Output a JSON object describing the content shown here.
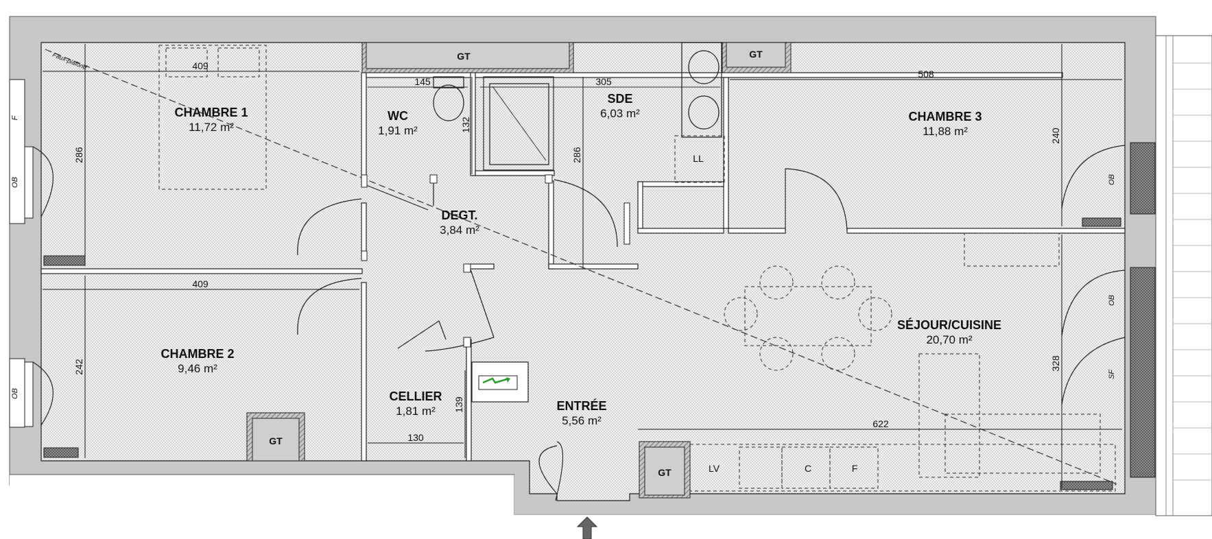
{
  "rooms": {
    "chambre1": {
      "name": "CHAMBRE 1",
      "area": "11,72 m²"
    },
    "wc": {
      "name": "WC",
      "area": "1,91 m²"
    },
    "sde": {
      "name": "SDE",
      "area": "6,03 m²"
    },
    "chambre3": {
      "name": "CHAMBRE 3",
      "area": "11,88 m²"
    },
    "degt": {
      "name": "DEGT.",
      "area": "3,84 m²"
    },
    "chambre2": {
      "name": "CHAMBRE 2",
      "area": "9,46 m²"
    },
    "sejour": {
      "name": "SÉJOUR/CUISINE",
      "area": "20,70 m²"
    },
    "cellier": {
      "name": "CELLIER",
      "area": "1,81 m²"
    },
    "entree": {
      "name": "ENTRÉE",
      "area": "5,56 m²"
    }
  },
  "dimensions": {
    "d409a": "409",
    "d145": "145",
    "d305": "305",
    "d508": "508",
    "d286a": "286",
    "d132": "132",
    "d286b": "286",
    "d240": "240",
    "d409b": "409",
    "d242": "242",
    "d328": "328",
    "d622": "622",
    "d139": "139",
    "d130": "130"
  },
  "labels": {
    "gt": "GT",
    "ll": "LL",
    "lv": "LV",
    "c": "C",
    "f": "F",
    "faux_plafond": "Faux-plafond",
    "win_f": "F",
    "win_ob": "OB",
    "win_sf": "SF"
  },
  "colors": {
    "wall": "#c8c8c8",
    "floor": "#ebebeb",
    "hatch": "#9a9a9a",
    "line": "#222222"
  }
}
